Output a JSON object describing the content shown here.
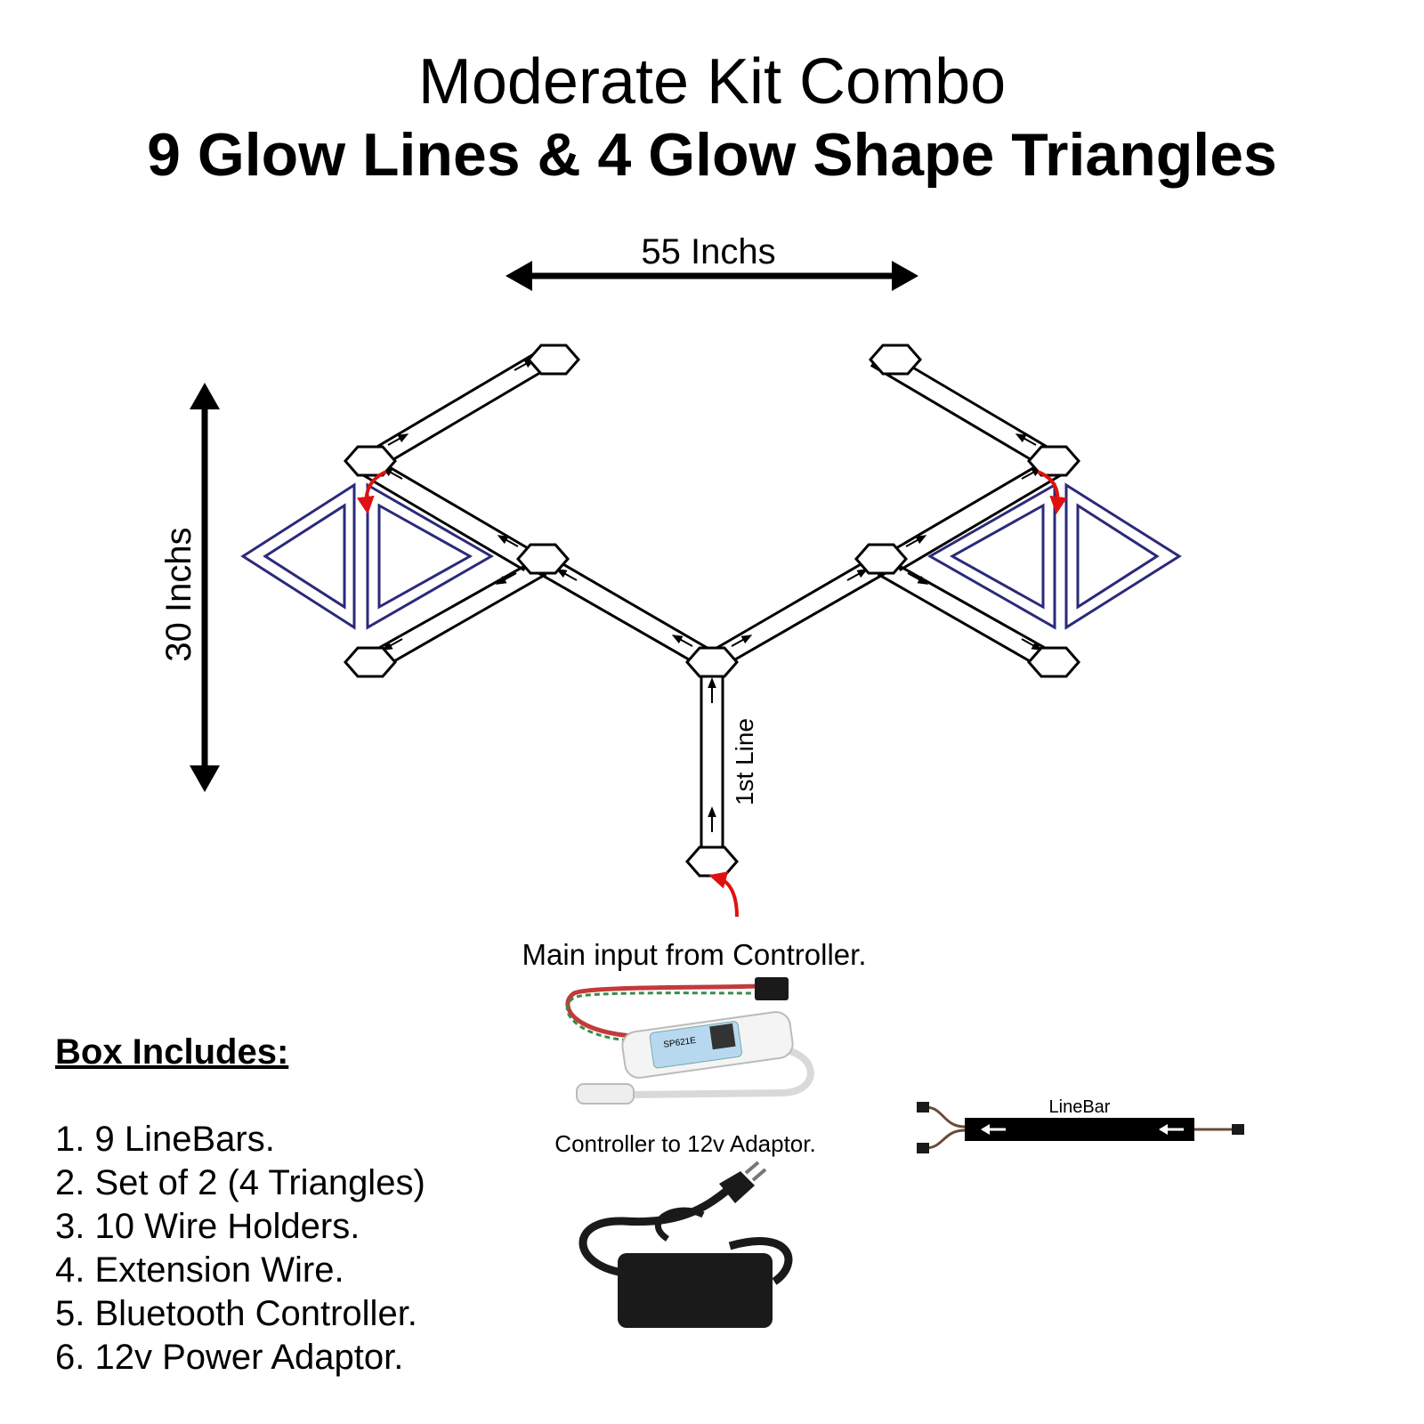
{
  "title_line1": "Moderate Kit Combo",
  "title_line2": "9 Glow Lines & 4 Glow Shape Triangles",
  "dimensions": {
    "width_label": "55 Inchs",
    "height_label": "30 Inchs"
  },
  "first_line_label": "1st Line",
  "main_input_label": "Main input from Controller.",
  "adaptor_label": "Controller to 12v Adaptor.",
  "linebar_label": "LineBar",
  "controller_chip_label": "SP621E",
  "box": {
    "title": "Box Includes:",
    "items": [
      "1. 9 LineBars.",
      "2. Set of 2 (4 Triangles)",
      "3. 10 Wire Holders.",
      "4. Extension Wire.",
      "5. Bluetooth Controller.",
      "6. 12v Power Adaptor."
    ]
  },
  "colors": {
    "triangle_outline": "#2a2a7a",
    "flow_arrow": "#e01010",
    "bar": "#000000"
  }
}
